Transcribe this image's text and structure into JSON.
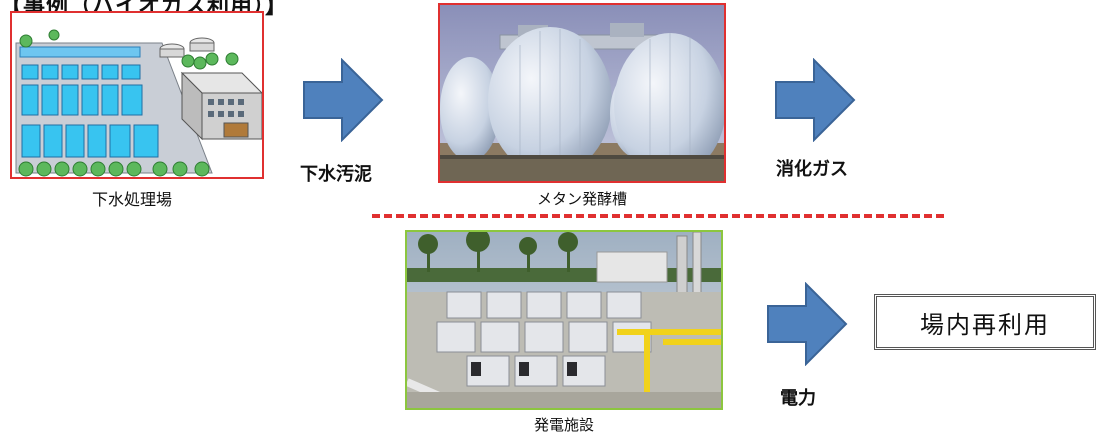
{
  "heading": "【事例（バイオガス利用）】",
  "captions": {
    "plant": "下水処理場",
    "digester": "メタン発酵槽",
    "power_facility": "発電施設"
  },
  "flow_labels": {
    "sludge": "下水汚泥",
    "digestion_gas": "消化ガス",
    "electricity": "電力"
  },
  "reuse_box": "場内再利用",
  "colors": {
    "arrow": "#4f81bd",
    "frame_red": "#e03030",
    "frame_green": "#8cc63f",
    "divider": "#e03030"
  },
  "icons": [
    "right-arrow-icon"
  ]
}
